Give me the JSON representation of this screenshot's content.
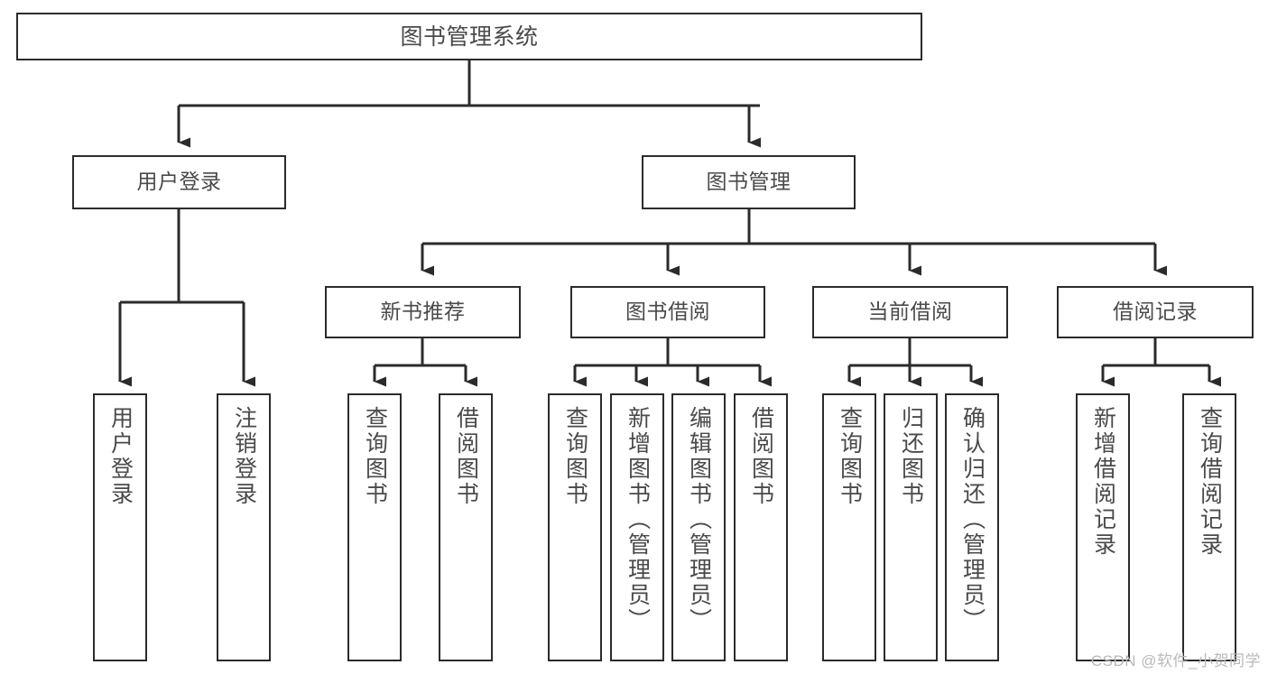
{
  "diagram": {
    "type": "hierarchy-tree",
    "title": "图书管理系统",
    "root": {
      "label": "图书管理系统"
    },
    "level2": [
      {
        "id": "user-login",
        "label": "用户登录"
      },
      {
        "id": "book-manage",
        "label": "图书管理"
      }
    ],
    "level3": [
      {
        "id": "new-book-rec",
        "label": "新书推荐"
      },
      {
        "id": "book-borrow",
        "label": "图书借阅"
      },
      {
        "id": "current-borrow",
        "label": "当前借阅"
      },
      {
        "id": "borrow-record",
        "label": "借阅记录"
      }
    ],
    "leaves": [
      {
        "id": "leaf-user-login",
        "parent": "user-login",
        "label": "用户登录"
      },
      {
        "id": "leaf-user-logout",
        "parent": "user-login",
        "label": "注销登录"
      },
      {
        "id": "leaf-query-book-1",
        "parent": "new-book-rec",
        "label": "查询图书"
      },
      {
        "id": "leaf-borrow-book-1",
        "parent": "new-book-rec",
        "label": "借阅图书"
      },
      {
        "id": "leaf-query-book-2",
        "parent": "book-borrow",
        "label": "查询图书"
      },
      {
        "id": "leaf-add-book",
        "parent": "book-borrow",
        "label": "新增图书（管理员）"
      },
      {
        "id": "leaf-edit-book",
        "parent": "book-borrow",
        "label": "编辑图书（管理员）"
      },
      {
        "id": "leaf-borrow-book-2",
        "parent": "book-borrow",
        "label": "借阅图书"
      },
      {
        "id": "leaf-query-book-3",
        "parent": "current-borrow",
        "label": "查询图书"
      },
      {
        "id": "leaf-return-book",
        "parent": "current-borrow",
        "label": "归还图书"
      },
      {
        "id": "leaf-confirm-return",
        "parent": "current-borrow",
        "label": "确认归还（管理员）"
      },
      {
        "id": "leaf-add-record",
        "parent": "borrow-record",
        "label": "新增借阅记录"
      },
      {
        "id": "leaf-query-record",
        "parent": "borrow-record",
        "label": "查询借阅记录"
      }
    ]
  },
  "watermark": {
    "text": "CSDN @软件_小贺同学"
  },
  "colors": {
    "stroke": "#2b2b2b",
    "text": "#4a4a4a",
    "background": "#ffffff",
    "watermark": "#b9b9b9"
  }
}
